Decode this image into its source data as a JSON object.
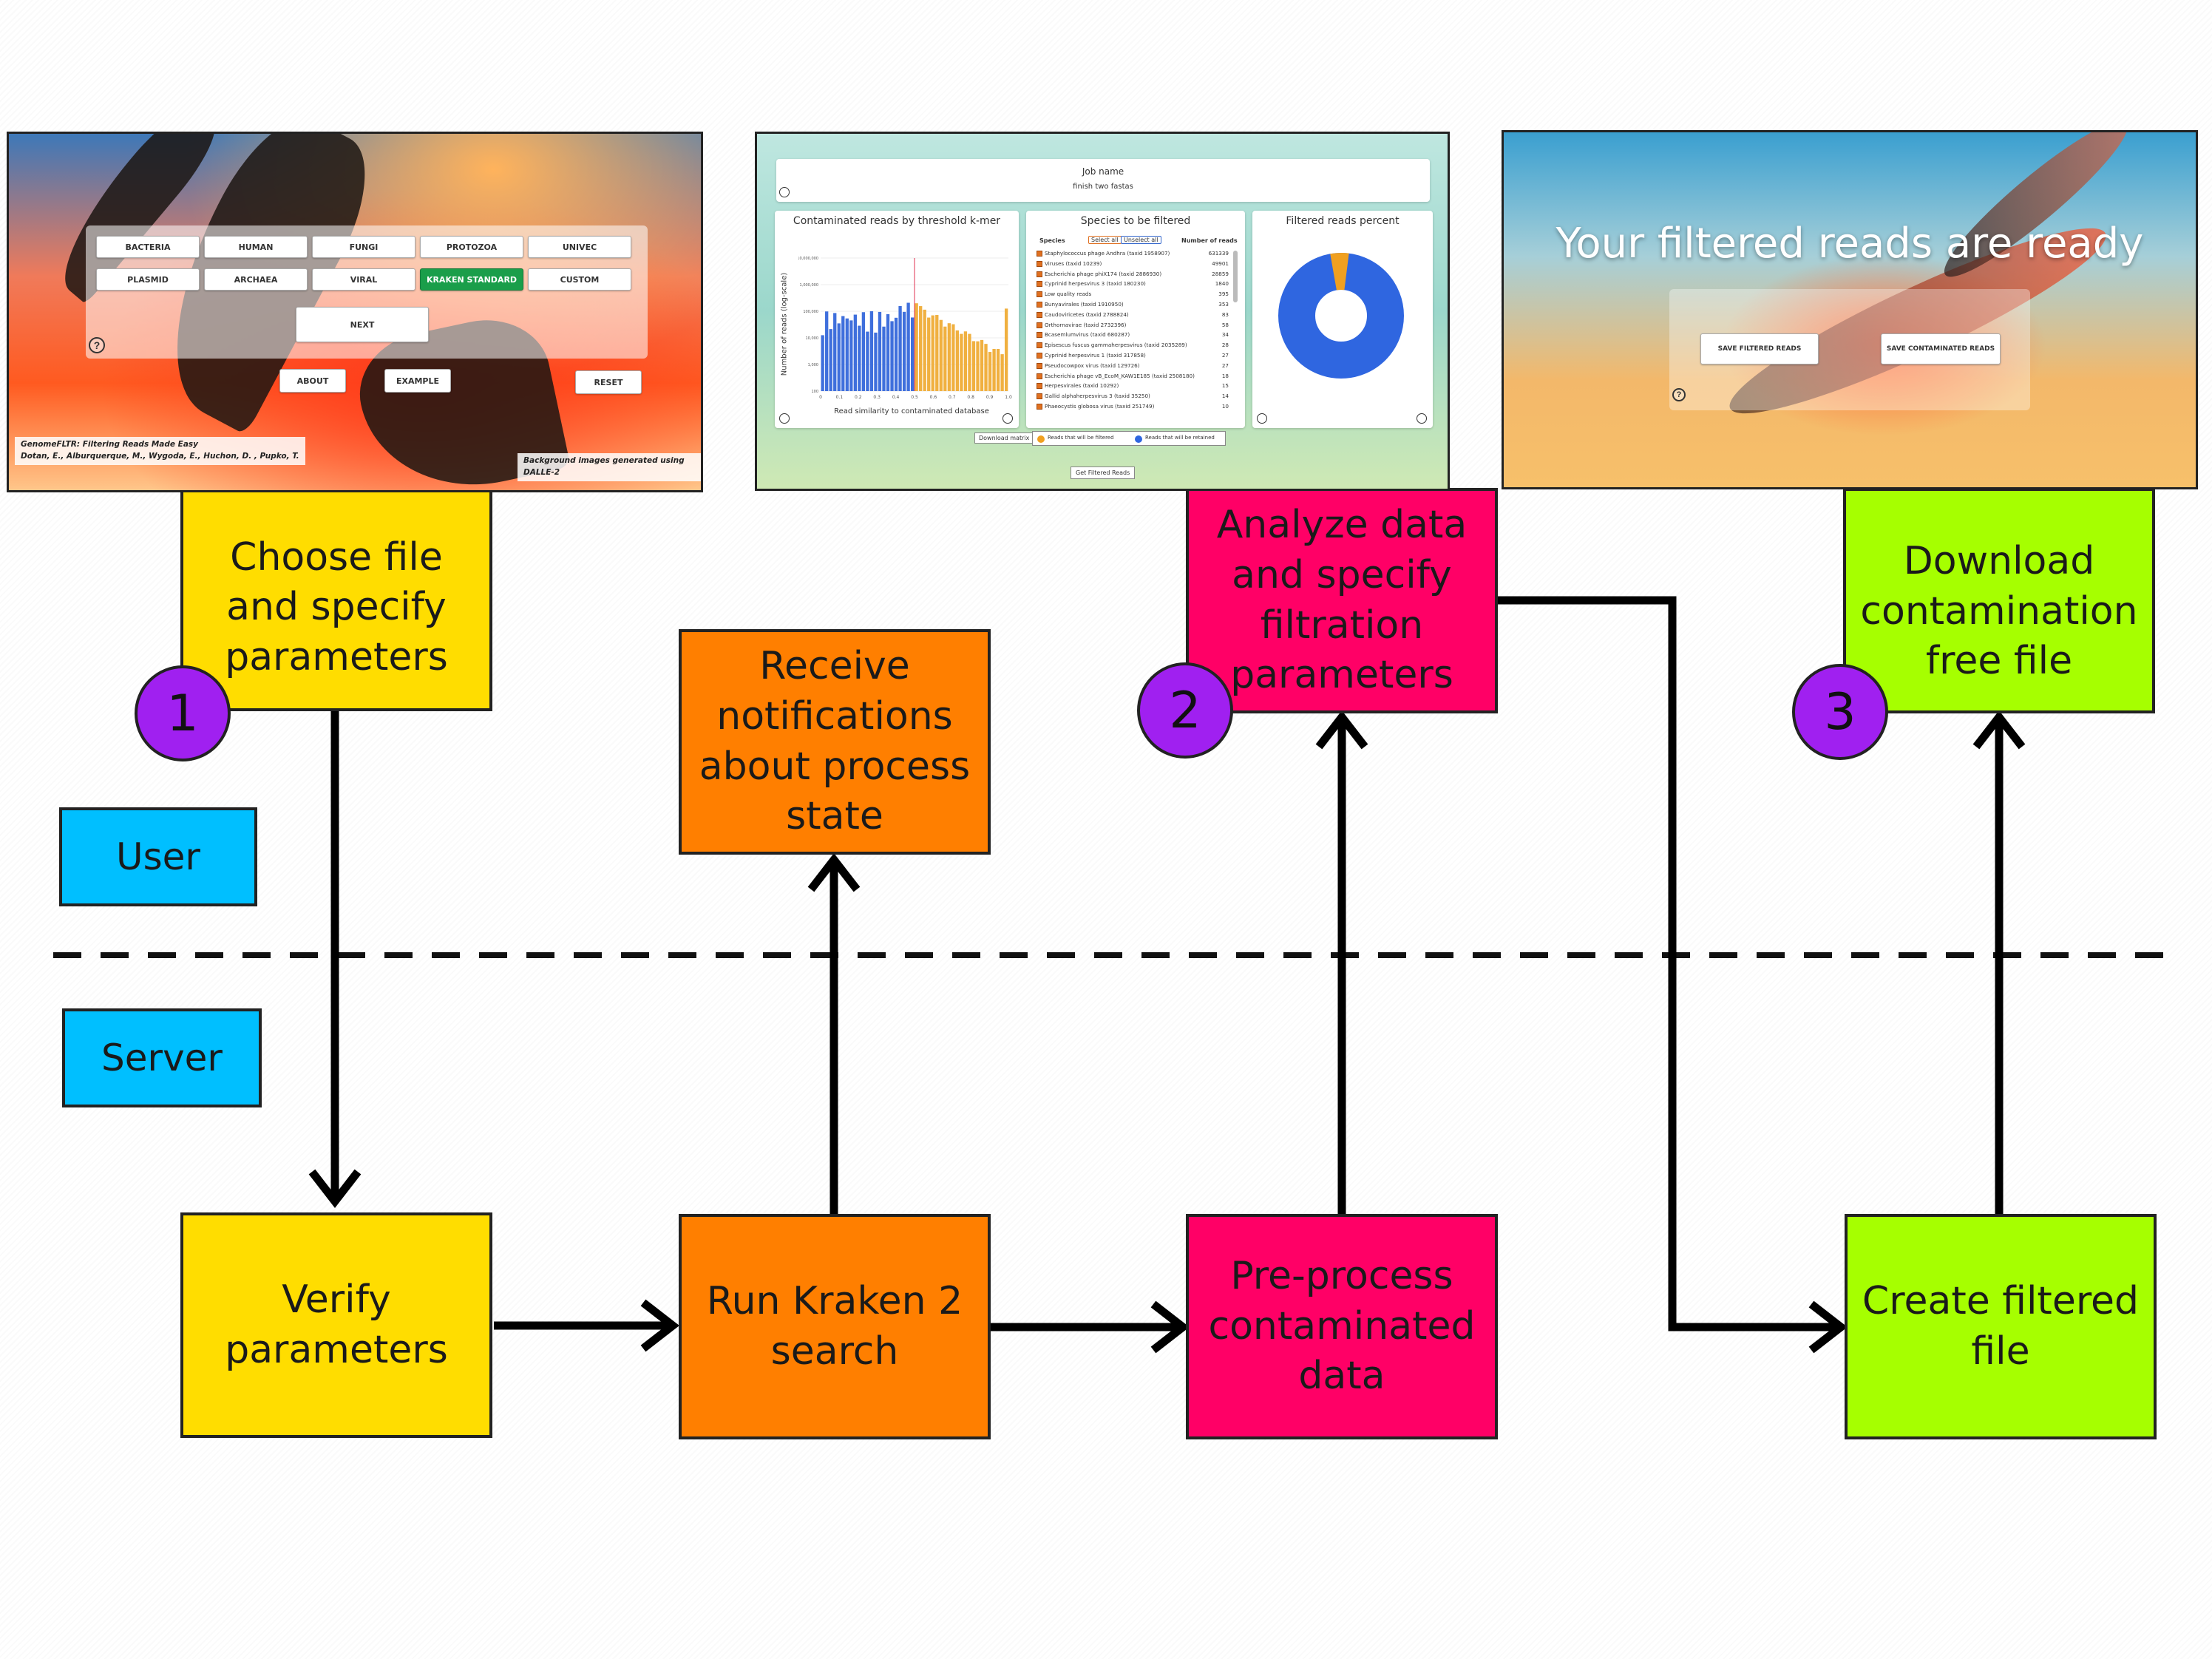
{
  "steps": {
    "choose": "Choose file and specify parameters",
    "receive": "Receive notifications about process state",
    "analyze": "Analyze data and specify filtration parameters",
    "download": "Download contamination free file",
    "verify": "Verify parameters",
    "run": "Run Kraken 2 search",
    "preprocess": "Pre-process contaminated data",
    "create": "Create filtered file"
  },
  "lanes": {
    "user": "User",
    "server": "Server"
  },
  "badges": [
    "1",
    "2",
    "3"
  ],
  "colors": {
    "yellow": "#FFDD00",
    "orange": "#FF7F00",
    "magenta": "#FF0066",
    "lime": "#A6FF00",
    "blue": "#00BFFF",
    "purple": "#A020F0"
  },
  "screen1": {
    "buttons": [
      "BACTERIA",
      "HUMAN",
      "FUNGI",
      "PROTOZOA",
      "UNIVEC",
      "PLASMID",
      "ARCHAEA",
      "VIRAL",
      "KRAKEN STANDARD",
      "CUSTOM"
    ],
    "next": "NEXT",
    "about": "ABOUT",
    "example": "EXAMPLE",
    "reset": "RESET",
    "help": "?",
    "credit_line1": "GenomeFLTR: Filtering Reads Made Easy",
    "credit_line2": "Dotan, E., Alburquerque, M., Wygoda, E., Huchon, D. , Pupko, T.",
    "bg_credit": "Background images generated using DALLE-2"
  },
  "screen2": {
    "job_label": "Job name",
    "job_value": "finish two fastas",
    "histogram_title": "Contaminated reads by threshold k-mer",
    "histogram_ylabel": "Number of reads (log-scale)",
    "histogram_xlabel": "Read similarity to contaminated database",
    "species_title": "Species to be filtered",
    "species_col": "Species",
    "select_all": "Select all",
    "unselect_all": "Unselect all",
    "reads_col": "Number of reads",
    "species": [
      [
        "Staphylococcus phage Andhra (taxid 1958907)",
        "631339"
      ],
      [
        "Viruses (taxid 10239)",
        "49901"
      ],
      [
        "Escherichia phage phiX174 (taxid 2886930)",
        "28859"
      ],
      [
        "Cyprinid herpesvirus 3 (taxid 180230)",
        "1840"
      ],
      [
        "Low quality reads",
        "395"
      ],
      [
        "Bunyavirales (taxid 1910950)",
        "353"
      ],
      [
        "Caudoviricetes (taxid 2788824)",
        "83"
      ],
      [
        "Orthornavirae (taxid 2732396)",
        "58"
      ],
      [
        "Bcasemlumvirus (taxid 680287)",
        "34"
      ],
      [
        "Episescus fuscus gammaherpesvirus (taxid 2035289)",
        "28"
      ],
      [
        "Cyprinid herpesvirus 1 (taxid 317858)",
        "27"
      ],
      [
        "Pseudocowpox virus (taxid 129726)",
        "27"
      ],
      [
        "Escherichia phage vB_EcoM_KAW1E185 (taxid 2508180)",
        "18"
      ],
      [
        "Herpesvirales (taxid 10292)",
        "15"
      ],
      [
        "Gallid alphaherpesvirus 3 (taxid 35250)",
        "14"
      ],
      [
        "Phaeocystis globosa virus (taxid 251749)",
        "10"
      ]
    ],
    "percent_title": "Filtered reads percent",
    "download_matrix": "Download matrix",
    "legend_filtered": "Reads that will be filtered",
    "legend_retained": "Reads that will be retained",
    "get_filtered": "Get Filtered Reads",
    "y_ticks": [
      "10,000,000",
      "1,000,000",
      "100,000",
      "10,000",
      "1,000",
      "100"
    ],
    "x_ticks": [
      "0",
      "0.1",
      "0.2",
      "0.3",
      "0.4",
      "0.5",
      "0.6",
      "0.7",
      "0.8",
      "0.9",
      "1.0"
    ]
  },
  "screen3": {
    "title": "Your filtered reads are ready",
    "save_filtered": "SAVE FILTERED READS",
    "save_contaminated": "SAVE CONTAMINATED READS",
    "help": "?"
  }
}
